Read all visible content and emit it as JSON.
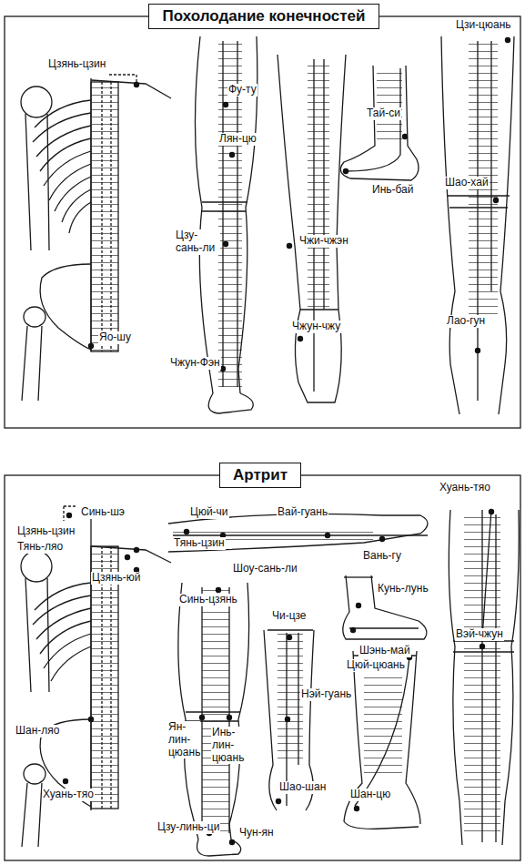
{
  "diagram": {
    "nodes": [
      {
        "text": [
          "Похолодание конечностей"
        ]
      },
      {
        "text": [
          "Артрит"
        ]
      }
    ],
    "labels": [
      "Цзянь-цзин",
      "Фу-ту",
      "Лян-цю",
      "Цзу- сань-ли",
      "Чжун-Фэн",
      "Яо-шу",
      "Чжи-чжэн",
      "Чжун-чжу",
      "Тай-си",
      "Инь-бай",
      "Цзи-цюань",
      "Шао-хай",
      "Лао-гун",
      "Синь-шэ",
      "Цзянь-цзин",
      "Тянь-ляо",
      "Цзянь-юй",
      "Цюй-чи",
      "Тянь-цзин",
      "Вай-гуань",
      "Вань-гу",
      "Хуань-тяо",
      "Шоу-сань-ли",
      "Кунь-лунь",
      "Шэнь-май",
      "Синь-цзянь",
      "Чи-цзе",
      "Цюй-цюань",
      "Вэй-чжун",
      "Нэй-гуань",
      "Ян- лин- цюань",
      "Инь- лин- цюань",
      "Шан-ляо",
      "Хуань-тяо",
      "Шао-шан",
      "Шан-цю",
      "Цзу-линь-ци",
      "Чун-ян"
    ]
  }
}
